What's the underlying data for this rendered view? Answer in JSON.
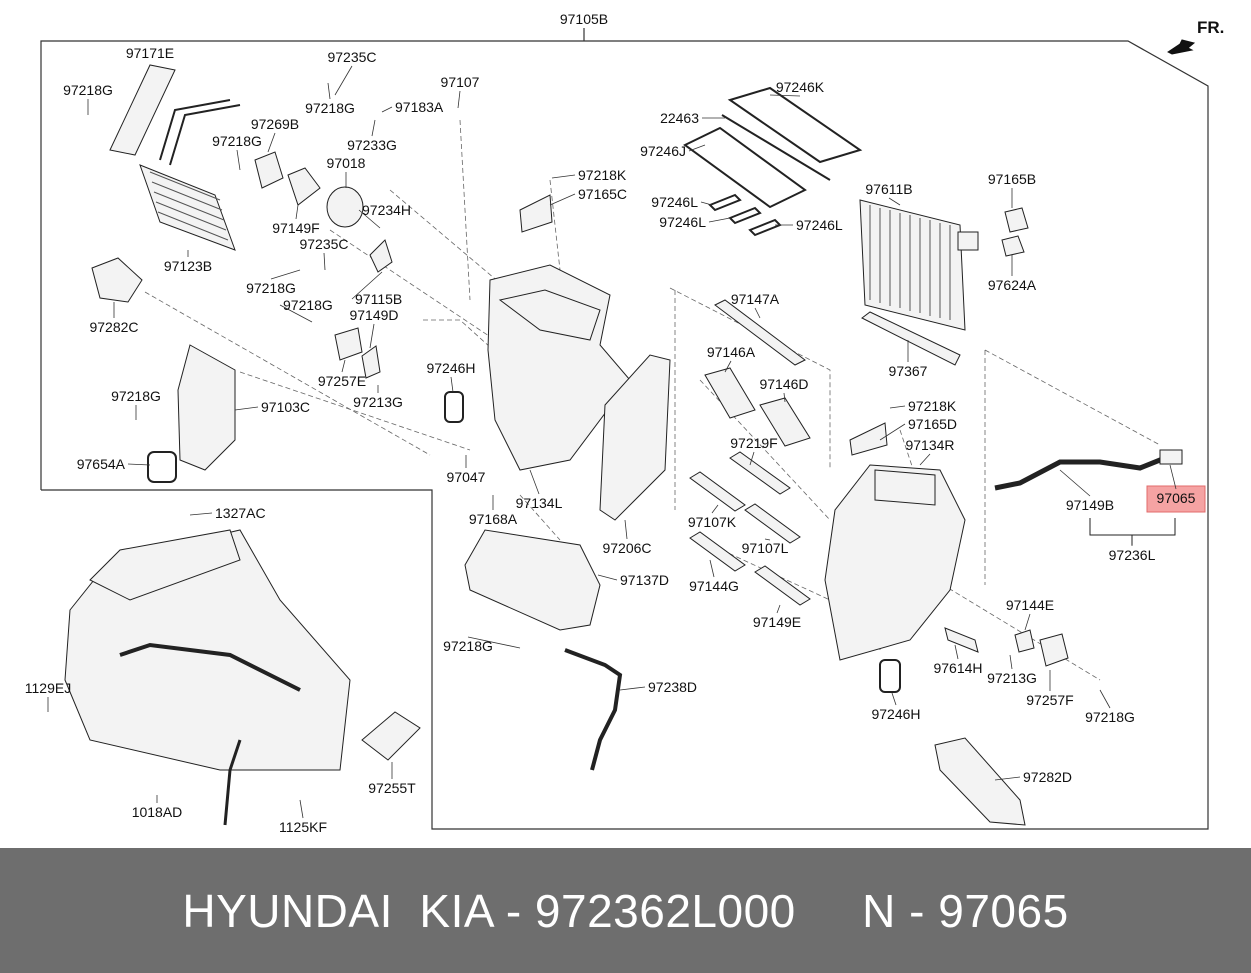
{
  "diagram": {
    "direction_label": "FR.",
    "highlight_color": "#f5a3a3",
    "part_labels": [
      "97105B",
      "97171E",
      "97218G",
      "97235C",
      "97107",
      "97218G",
      "97183A",
      "97246K",
      "97269B",
      "97218G",
      "97233G",
      "22463",
      "97018",
      "97246J",
      "97218K",
      "97165C",
      "97165B",
      "97611B",
      "97234H",
      "97149F",
      "97246L",
      "97246L",
      "97246L",
      "97123B",
      "97235C",
      "97218G",
      "97218G",
      "97115B",
      "97624A",
      "97282C",
      "97149D",
      "97147A",
      "97367",
      "97246H",
      "97146A",
      "97146D",
      "97218G",
      "97103C",
      "97257E",
      "97213G",
      "97218K",
      "97165D",
      "97134R",
      "97219F",
      "97654A",
      "97047",
      "97149B",
      "97065",
      "97134L",
      "97107K",
      "97107L",
      "97168A",
      "97236L",
      "97206C",
      "1327AC",
      "97137D",
      "97144G",
      "97149E",
      "97144E",
      "97218G",
      "97614H",
      "97213G",
      "97238D",
      "1129EJ",
      "97257F",
      "97246H",
      "97218G",
      "97282D",
      "1018AD",
      "97255T",
      "1125KF"
    ],
    "highlighted_part": "97065"
  },
  "banner": {
    "text": "HYUNDAI  KIA - 972362L000     N - 97065"
  }
}
